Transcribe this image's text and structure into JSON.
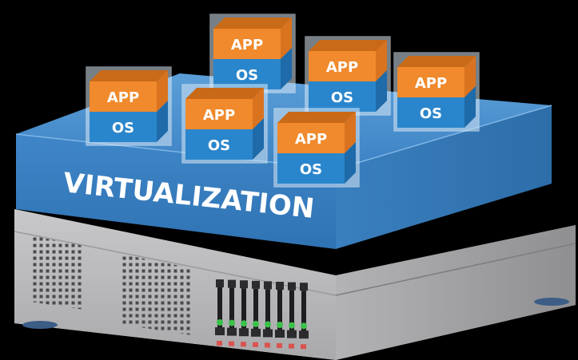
{
  "layer_label": "VIRTUALIZATION",
  "vm_boxes": [
    {
      "app": "APP",
      "os": "OS"
    },
    {
      "app": "APP",
      "os": "OS"
    },
    {
      "app": "APP",
      "os": "OS"
    },
    {
      "app": "APP",
      "os": "OS"
    },
    {
      "app": "APP",
      "os": "OS"
    },
    {
      "app": "APP",
      "os": "OS"
    }
  ],
  "colors": {
    "background": "#000000",
    "virtualization_layer": "#3f86c8",
    "app_orange": "#f08a2c",
    "os_blue": "#2a86cc",
    "server_gray": "#b9b9bb",
    "drive_led_green": "#3cc24a",
    "drive_led_red": "#d9534f"
  },
  "icons": [
    "server-chassis",
    "vent-grille",
    "drive-bay",
    "vm-cube"
  ]
}
